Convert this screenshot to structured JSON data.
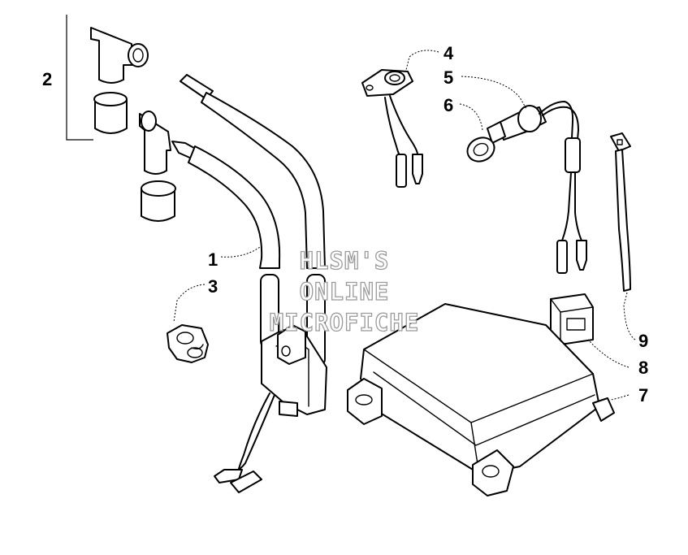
{
  "callouts": [
    {
      "id": "1",
      "label": "1"
    },
    {
      "id": "2",
      "label": "2"
    },
    {
      "id": "3",
      "label": "3"
    },
    {
      "id": "4",
      "label": "4"
    },
    {
      "id": "5",
      "label": "5"
    },
    {
      "id": "6",
      "label": "6"
    },
    {
      "id": "7",
      "label": "7"
    },
    {
      "id": "8",
      "label": "8"
    },
    {
      "id": "9",
      "label": "9"
    }
  ],
  "watermark": {
    "line1": "HLSM'S",
    "line2": "ONLINE",
    "line3": "MICROFICHE"
  },
  "colors": {
    "ink": "#000000",
    "background": "#ffffff",
    "watermark_outline": "#9a9a9a"
  }
}
